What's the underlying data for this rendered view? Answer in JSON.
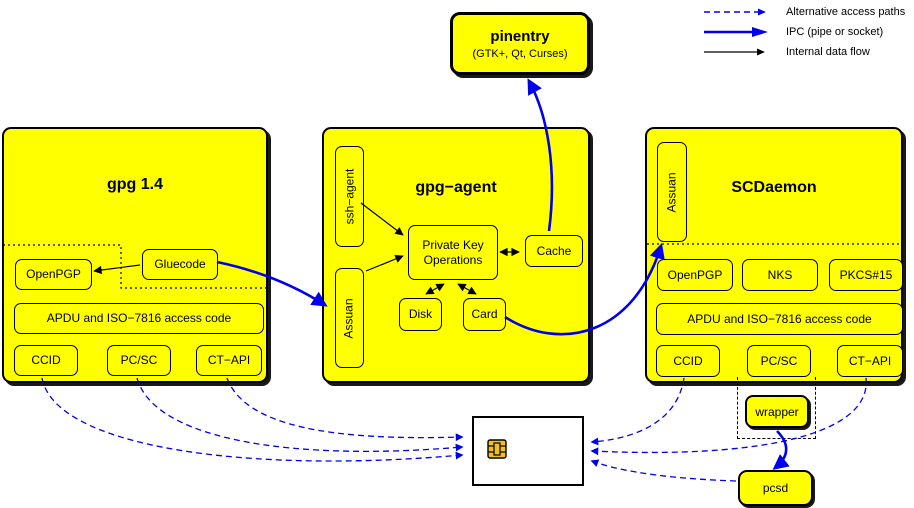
{
  "colors": {
    "box_fill": "#ffff00",
    "line_blue": "#0000ee",
    "line_black": "#000000",
    "chip_gold": "#f0c020",
    "background": "#ffffff"
  },
  "legend": {
    "items": [
      {
        "icon": "dashed-blue-arrow",
        "label": "Alternative access paths"
      },
      {
        "icon": "thick-blue-arrow",
        "label": "IPC (pipe or socket)"
      },
      {
        "icon": "thin-black-arrow",
        "label": "Internal data flow"
      }
    ]
  },
  "pinentry": {
    "title": "pinentry",
    "subtitle": "(GTK+, Qt, Curses)"
  },
  "gpg14": {
    "title": "gpg 1.4",
    "openpgp": "OpenPGP",
    "gluecode": "Gluecode",
    "apdu": "APDU and ISO−7816 access code",
    "ccid": "CCID",
    "pcsc": "PC/SC",
    "ctapi": "CT−API"
  },
  "gpg_agent": {
    "title": "gpg−agent",
    "ssh_agent": "ssh−agent",
    "assuan": "Assuan",
    "pko_line1": "Private Key",
    "pko_line2": "Operations",
    "cache": "Cache",
    "disk": "Disk",
    "card": "Card"
  },
  "scdaemon": {
    "title": "SCDaemon",
    "assuan": "Assuan",
    "openpgp": "OpenPGP",
    "nks": "NKS",
    "pkcs15": "PKCS#15",
    "apdu": "APDU and ISO−7816 access code",
    "ccid": "CCID",
    "pcsc": "PC/SC",
    "ctapi": "CT−API"
  },
  "wrapper": {
    "label": "wrapper"
  },
  "pcsd": {
    "label": "pcsd"
  }
}
